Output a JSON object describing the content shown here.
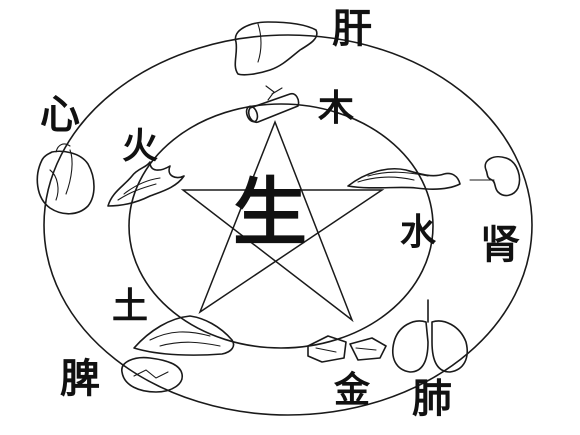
{
  "center": {
    "label": "生"
  },
  "elements": {
    "wood": "木",
    "fire": "火",
    "earth": "土",
    "metal": "金",
    "water": "水"
  },
  "organs": {
    "liver": "肝",
    "heart": "心",
    "spleen": "脾",
    "lung": "肺",
    "kidney": "肾"
  },
  "icons": {
    "liver": "liver-icon",
    "wood": "log-icon",
    "heart": "heart-icon",
    "fire": "flame-icon",
    "spleen": "spleen-icon",
    "earth": "soil-mound-icon",
    "lung": "lungs-icon",
    "metal": "metal-ore-icon",
    "kidney": "kidney-icon",
    "water": "water-wave-icon"
  },
  "colors": {
    "ink": "#111111",
    "background": "#ffffff"
  }
}
